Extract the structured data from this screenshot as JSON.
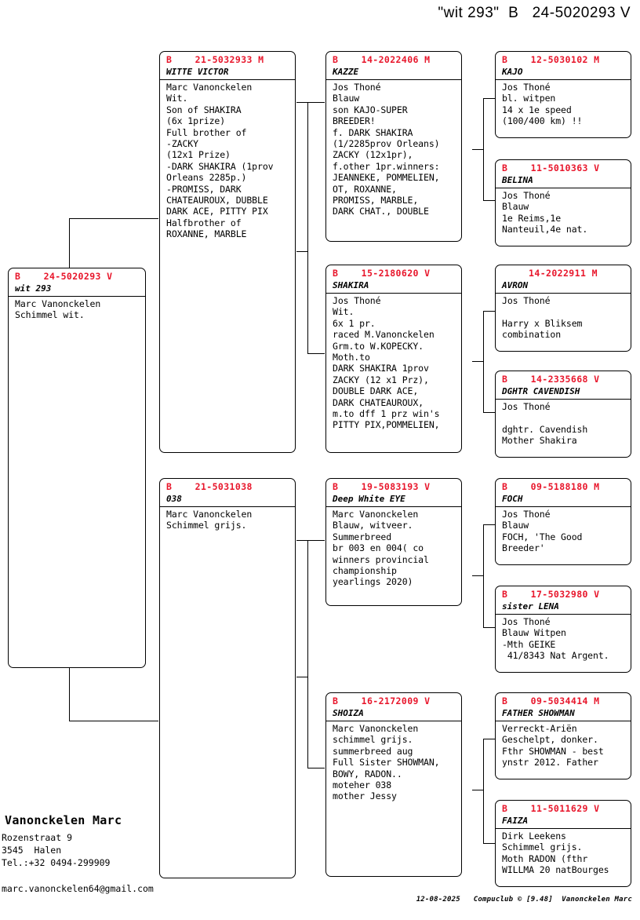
{
  "header": {
    "title": "\"wit 293\"  B   24-5020293 V"
  },
  "subject": {
    "ring": "B    24-5020293 V",
    "nick": "wit 293",
    "body": "Marc Vanonckelen\nSchimmel wit."
  },
  "generation2": [
    {
      "id": "sire",
      "ring": "B    21-5032933 M",
      "nick": "WITTE VICTOR",
      "body": "Marc Vanonckelen\nWit.\nSon of SHAKIRA\n(6x 1prize)\nFull brother of\n-ZACKY\n(12x1 Prize)\n-DARK SHAKIRA (1prov\nOrleans 2285p.)\n-PROMISS, DARK\nCHATEAUROUX, DUBBLE\nDARK ACE, PITTY PIX\nHalfbrother of\nROXANNE, MARBLE"
    },
    {
      "id": "dam",
      "ring": "B    21-5031038",
      "nick": "038",
      "body": "Marc Vanonckelen\nSchimmel grijs."
    }
  ],
  "generation3": [
    {
      "id": "sire-sire",
      "ring": "B    14-2022406 M",
      "nick": "KAZZE",
      "body": "Jos Thoné\nBlauw\nson KAJO-SUPER\nBREEDER!\nf. DARK SHAKIRA\n(1/2285prov Orleans)\nZACKY (12x1pr),\nf.other 1pr.winners:\nJEANNEKE, POMMELIEN,\nOT, ROXANNE,\nPROMISS, MARBLE,\nDARK CHAT., DOUBLE"
    },
    {
      "id": "sire-dam",
      "ring": "B    15-2180620 V",
      "nick": "SHAKIRA",
      "body": "Jos Thoné\nWit.\n6x 1 pr.\nraced M.Vanonckelen\nGrm.to W.KOPECKY.\nMoth.to\nDARK SHAKIRA 1prov\nZACKY (12 x1 Prz),\nDOUBLE DARK ACE,\nDARK CHATEAUROUX,\nm.to dff 1 prz win's\nPITTY PIX,POMMELIEN,"
    },
    {
      "id": "dam-sire",
      "ring": "B    19-5083193 V",
      "nick": "Deep White EYE",
      "body": "Marc Vanonckelen\nBlauw, witveer.\nSummerbreed\nbr 003 en 004( co\nwinners provincial\nchampionship\nyearlings 2020)"
    },
    {
      "id": "dam-dam",
      "ring": "B    16-2172009 V",
      "nick": "SHOIZA",
      "body": "Marc Vanonckelen\nschimmel grijs.\nsummerbreed aug\nFull Sister SHOWMAN,\nBOWY, RADON..\nmoteher 038\nmother Jessy"
    }
  ],
  "generation4": [
    {
      "id": "ssS",
      "ring": "B    12-5030102 M",
      "nick": "KAJO",
      "ring_centered": false,
      "body": "Jos Thoné\nbl. witpen\n14 x 1e speed\n(100/400 km) !!"
    },
    {
      "id": "ssD",
      "ring": "B    11-5010363 V",
      "nick": "BELINA",
      "ring_centered": false,
      "body": "Jos Thoné\nBlauw\n1e Reims,1e\nNanteuil,4e nat."
    },
    {
      "id": "sdS",
      "ring": "14-2022911 M",
      "nick": "AVRON",
      "ring_centered": true,
      "body": "Jos Thoné\n\nHarry x Bliksem\ncombination"
    },
    {
      "id": "sdD",
      "ring": "B    14-2335668 V",
      "nick": "DGHTR CAVENDISH",
      "ring_centered": false,
      "body": "Jos Thoné\n\ndghtr. Cavendish\nMother Shakira"
    },
    {
      "id": "dsS",
      "ring": "B    09-5188180 M",
      "nick": "FOCH",
      "ring_centered": false,
      "body": "Jos Thoné\nBlauw\nFOCH, 'The Good\nBreeder'"
    },
    {
      "id": "dsD",
      "ring": "B    17-5032980 V",
      "nick": "sister LENA",
      "ring_centered": false,
      "body": "Jos Thoné\nBlauw Witpen\n-Mth GEIKE\n 41/8343 Nat Argent."
    },
    {
      "id": "ddS",
      "ring": "B    09-5034414 M",
      "nick": "FATHER SHOWMAN",
      "ring_centered": false,
      "body": "Verreckt-Ariën\nGeschelpt, donker.\nFthr SHOWMAN - best\nynstr 2012. Father"
    },
    {
      "id": "ddD",
      "ring": "B    11-5011629 V",
      "nick": "FAIZA",
      "ring_centered": false,
      "body": "Dirk Leekens\nSchimmel grijs.\nMoth RADON (fthr\nWILLMA 20 natBourges"
    }
  ],
  "footer": {
    "owner_name": "Vanonckelen Marc",
    "address": "Rozenstraat 9\n3545  Halen\nTel.:+32 0494-299909",
    "email": "marc.vanonckelen64@gmail.com",
    "print_line": "12-08-2025   Compuclub © [9.48]  Vanonckelen Marc"
  },
  "colors": {
    "ring_red": "#e8162b",
    "border": "#000000",
    "background": "#ffffff"
  }
}
